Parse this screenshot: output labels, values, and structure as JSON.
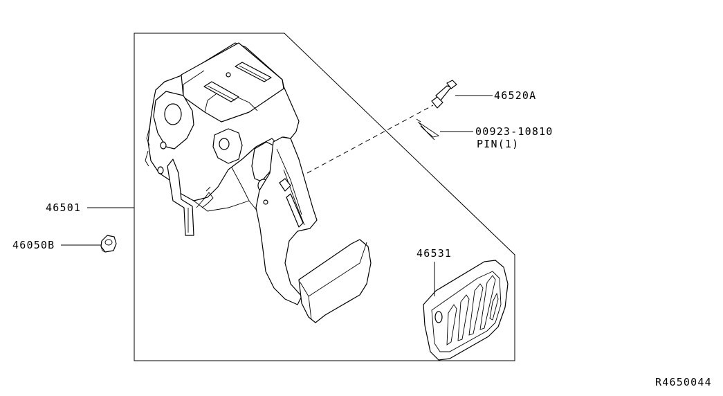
{
  "diagram_id": "R4650044",
  "callouts": [
    {
      "part_no": "46520A",
      "sub": ""
    },
    {
      "part_no": "00923-10810",
      "sub": "PIN(1)"
    },
    {
      "part_no": "46501",
      "sub": ""
    },
    {
      "part_no": "46050B",
      "sub": ""
    },
    {
      "part_no": "46531",
      "sub": ""
    }
  ]
}
